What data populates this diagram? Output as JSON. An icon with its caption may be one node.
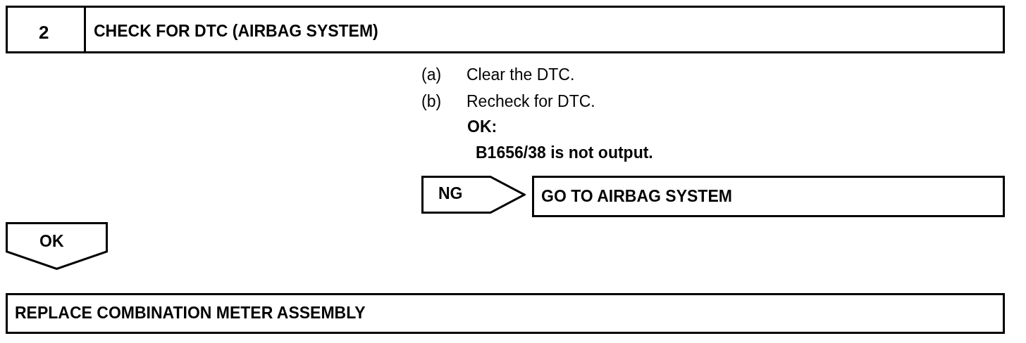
{
  "diagram": {
    "nodes": [
      {
        "text": [
          "2",
          "CHECK FOR DTC (AIRBAG SYSTEM)"
        ]
      },
      {
        "text": [
          "NG"
        ]
      },
      {
        "text": [
          "GO TO AIRBAG SYSTEM"
        ]
      },
      {
        "text": [
          "OK"
        ]
      },
      {
        "text": [
          "REPLACE COMBINATION METER ASSEMBLY"
        ]
      }
    ],
    "labels": [
      "(a)",
      "Clear the DTC.",
      "(b)",
      "Recheck for DTC.",
      "OK:",
      "B1656/38 is not output."
    ]
  }
}
